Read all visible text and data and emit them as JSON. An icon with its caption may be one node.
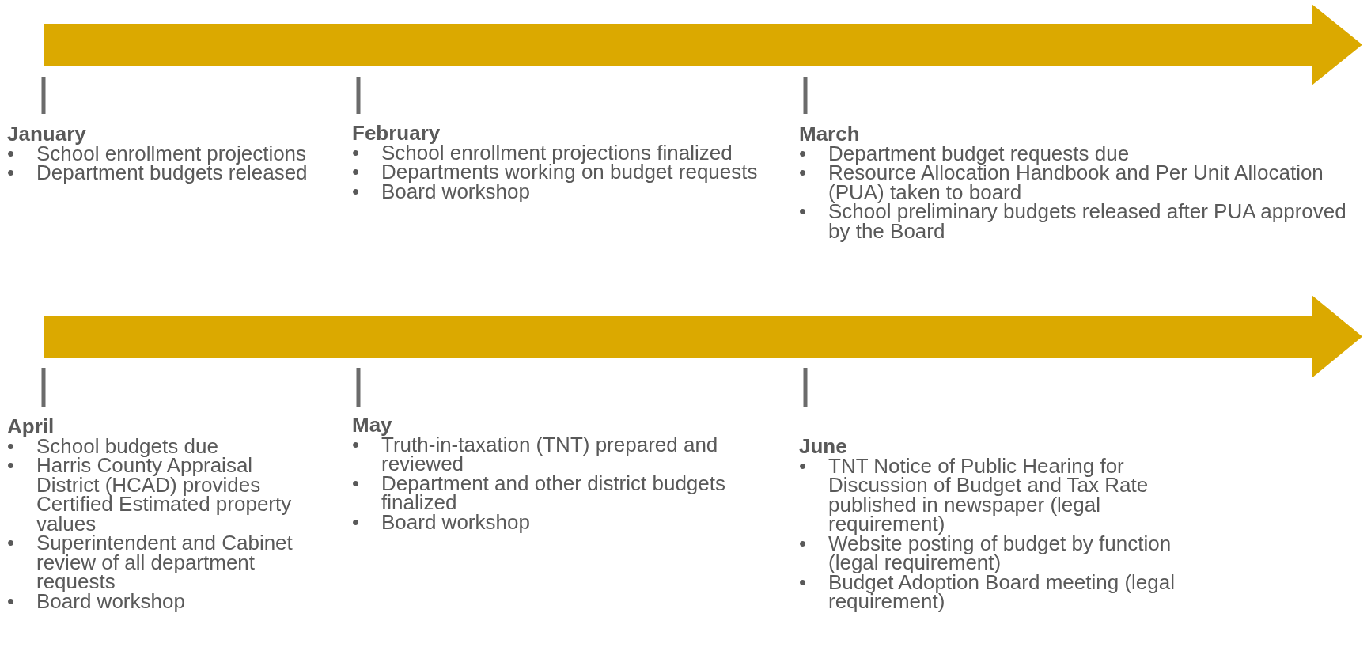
{
  "diagram": {
    "nodes": [
      {
        "text": [
          "January",
          "• School enrollment projections",
          "• Department budgets released"
        ]
      },
      {
        "text": [
          "February",
          "• School enrollment projections finalized",
          "• Departments working on budget requests",
          "• Board workshop"
        ]
      },
      {
        "text": [
          "March",
          "• Department budget requests due",
          "• Resource Allocation Handbook and Per Unit Allocation (PUA) taken to board",
          "• School preliminary budgets released after PUA approved by the Board"
        ]
      },
      {
        "text": [
          "April",
          "• School budgets due",
          "• Harris County Appraisal District (HCAD) provides Certified Estimated property values",
          "• Superintendent and Cabinet review of all department requests",
          "• Board workshop"
        ]
      },
      {
        "text": [
          "May",
          "• Truth-in-taxation (TNT) prepared and reviewed",
          "• Department and other district budgets finalized",
          "• Board workshop"
        ]
      },
      {
        "text": [
          "June",
          "• TNT Notice of Public Hearing for Discussion of Budget and Tax Rate published in newspaper (legal requirement)",
          "• Website posting of budget by function (legal requirement)",
          "• Budget Adoption Board meeting (legal requirement)"
        ]
      }
    ]
  }
}
